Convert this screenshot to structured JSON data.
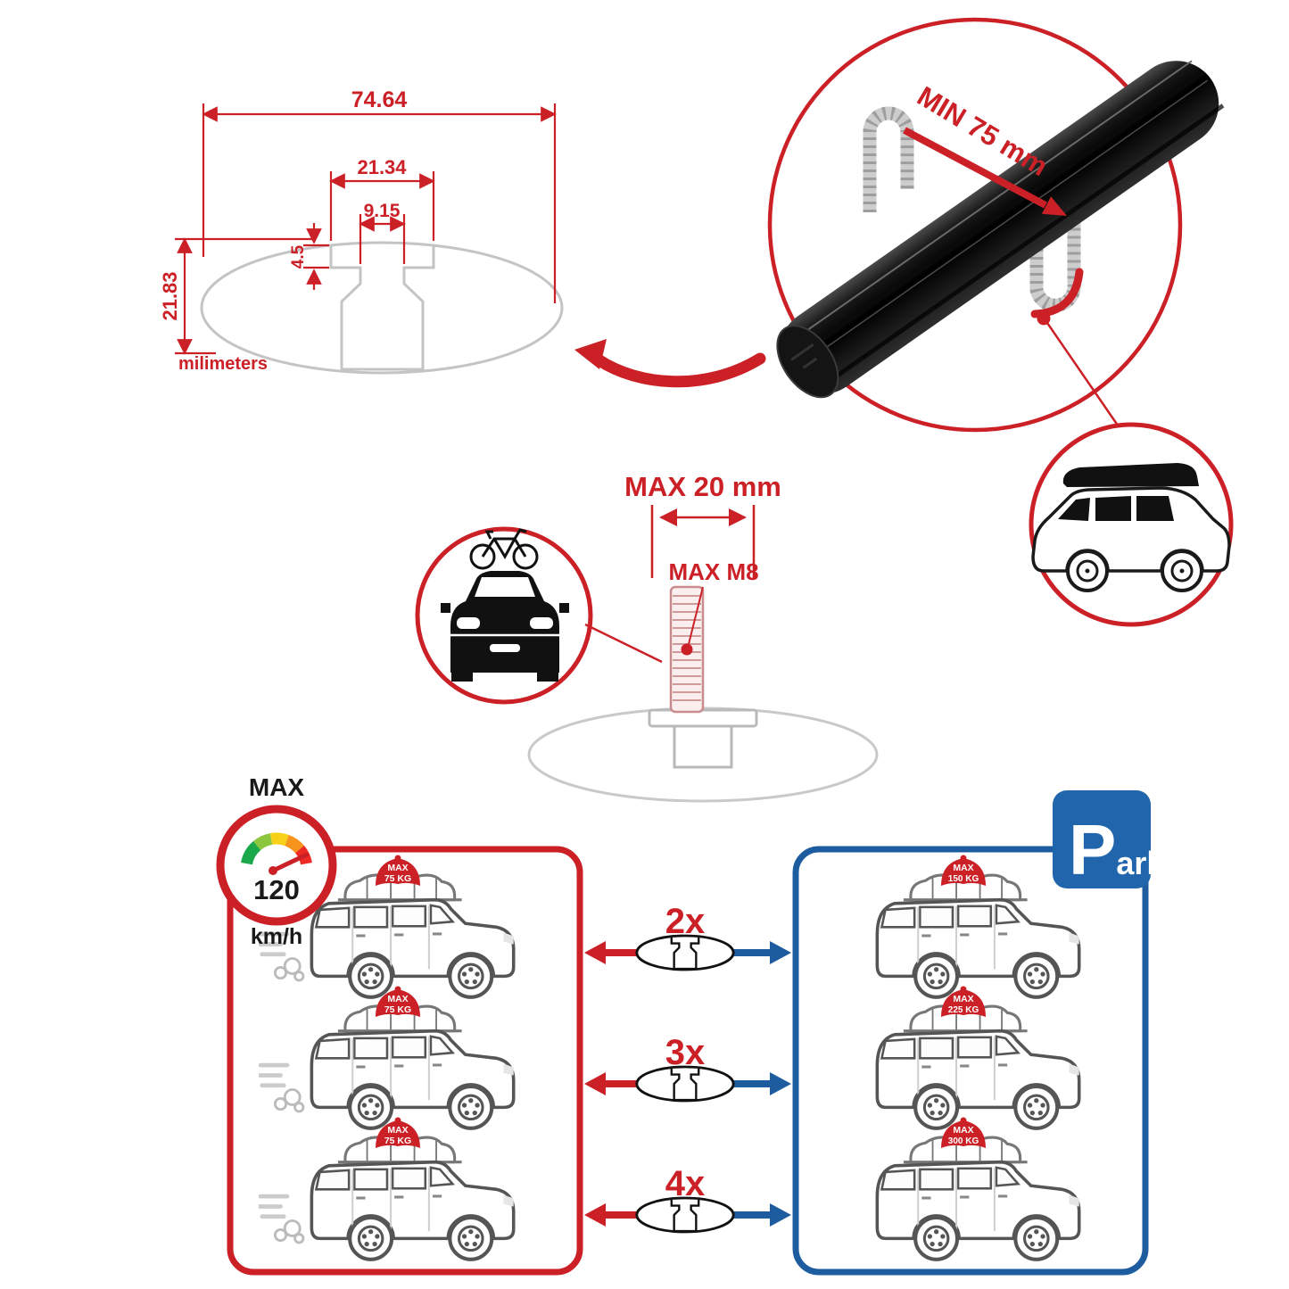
{
  "colors": {
    "accent_red": "#cc2027",
    "accent_blue": "#1d5d9f",
    "park_blue": "#2166ac",
    "profile_gray": "#c4c4c4",
    "bar_black": "#111111"
  },
  "cross_section": {
    "total_width": "74.64",
    "channel_width": "21.34",
    "slot_width": "9.15",
    "slot_depth": "4.5",
    "total_height": "21.83",
    "units": "milimeters"
  },
  "bar_detail": {
    "min_label": "MIN 75 mm"
  },
  "bolt": {
    "width_label": "MAX 20 mm",
    "thread_label": "MAX M8"
  },
  "speed": {
    "max": "MAX",
    "value": "120",
    "unit": "km/h"
  },
  "park": {
    "p": "P",
    "ark": "ark"
  },
  "tag_max": "MAX",
  "driving": {
    "weights": [
      "75 KG",
      "75 KG",
      "75 KG"
    ]
  },
  "parking": {
    "weights": [
      "150 KG",
      "225 KG",
      "300 KG"
    ]
  },
  "multipliers": [
    "2x",
    "3x",
    "4x"
  ]
}
